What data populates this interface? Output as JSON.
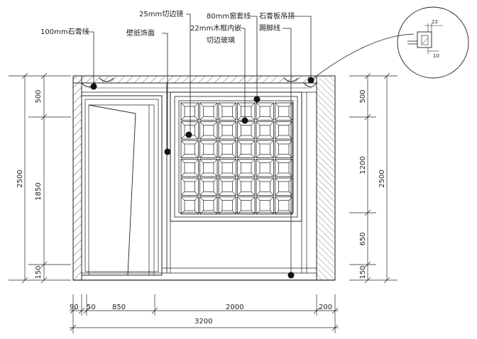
{
  "labels": {
    "gypsum_line_100": "100mm石膏线",
    "wallpaper": "壁纸饰面",
    "mirror_edge_25": "25mm切边镜",
    "window_trim_80": "80mm窗套线",
    "wood_frame_22_line1": "22mm木框内嵌",
    "wood_frame_22_line2": "切边玻璃",
    "gypsum_ceiling": "石膏板吊顶",
    "skirting": "踢脚线"
  },
  "detail": {
    "top_value": "22",
    "bottom_value": "10"
  },
  "dims_left": {
    "total": "2500",
    "top": "500",
    "middle": "1850",
    "bottom": "150"
  },
  "dims_right": {
    "total": "2500",
    "top": "500",
    "middle": "1200",
    "lower": "650",
    "bottom": "150"
  },
  "dims_bottom": {
    "seg1": "90",
    "seg2": "50",
    "seg3": "850",
    "seg4": "2000",
    "seg5": "200",
    "total": "3200"
  }
}
